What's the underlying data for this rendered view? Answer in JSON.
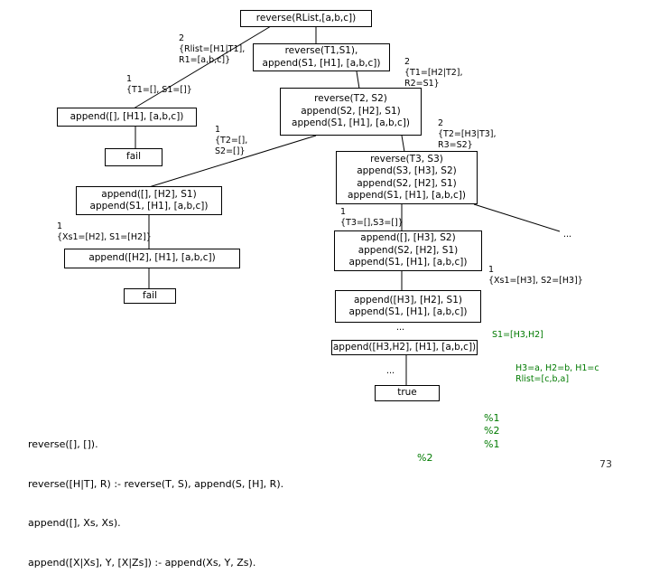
{
  "nodes": {
    "root": "reverse(RList,[a,b,c])",
    "n2": "reverse(T1,S1),\nappend(S1, [H1], [a,b,c])",
    "n_append_empty_1": "append([], [H1], [a,b,c])",
    "fail1": "fail",
    "n3": "reverse(T2, S2)\nappend(S2, [H2], S1)\nappend(S1, [H1], [a,b,c])",
    "n_append_empty_2": "append([], [H2], S1)\nappend(S1, [H1], [a,b,c])",
    "n4": "reverse(T3, S3)\nappend(S3, [H3], S2)\nappend(S2, [H2], S1)\nappend(S1, [H1], [a,b,c])",
    "n_append_h2": "append([H2], [H1], [a,b,c])",
    "fail2": "fail",
    "n_append_empty_3": "append([], [H3], S2)\nappend(S2, [H2], S1)\nappend(S1, [H1], [a,b,c])",
    "n_append_h3": "append([H3], [H2], S1)\nappend(S1, [H1], [a,b,c])",
    "n_append_h3h2": "append([H3,H2], [H1], [a,b,c])",
    "true": "true"
  },
  "labels": {
    "l_root_2": "2\n{Rlist=[H1|T1],\nR1=[a,b,c]}",
    "l_root_1": "1\n{T1=[], S1=[]}",
    "l_n2_2": "2\n{T1=[H2|T2],\nR2=S1}",
    "l_n3_1": "1\n{T2=[],\nS2=[]}",
    "l_n3_2": "2\n{T2=[H3|T3],\nR3=S2}",
    "l_na2_1": "1\n{Xs1=[H2], S1=[H2]}",
    "l_n4_1": "1\n{T3=[],S3=[]}",
    "l_n4_dots": "...",
    "l_na3_1": "1\n{Xs1=[H3], S2=[H3]}",
    "l_nh3_dots": "...",
    "l_s1": "S1=[H3,H2]",
    "l_nh3h2_dots": "...",
    "l_result": "H3=a, H2=b, H1=c\nRlist=[c,b,a]"
  },
  "program": {
    "lines": [
      "reverse([], []).",
      "reverse([H|T], R) :- reverse(T, S), append(S, [H], R).",
      "append([], Xs, Xs).",
      "append([X|Xs], Y, [X|Zs]) :- append(Xs, Y, Zs)."
    ],
    "clause_tags": [
      "%1",
      "%2",
      "%1"
    ],
    "extra_tag": "%2"
  },
  "page_number": "73",
  "colors": {
    "annotation": "#007a00",
    "line": "#000000"
  }
}
